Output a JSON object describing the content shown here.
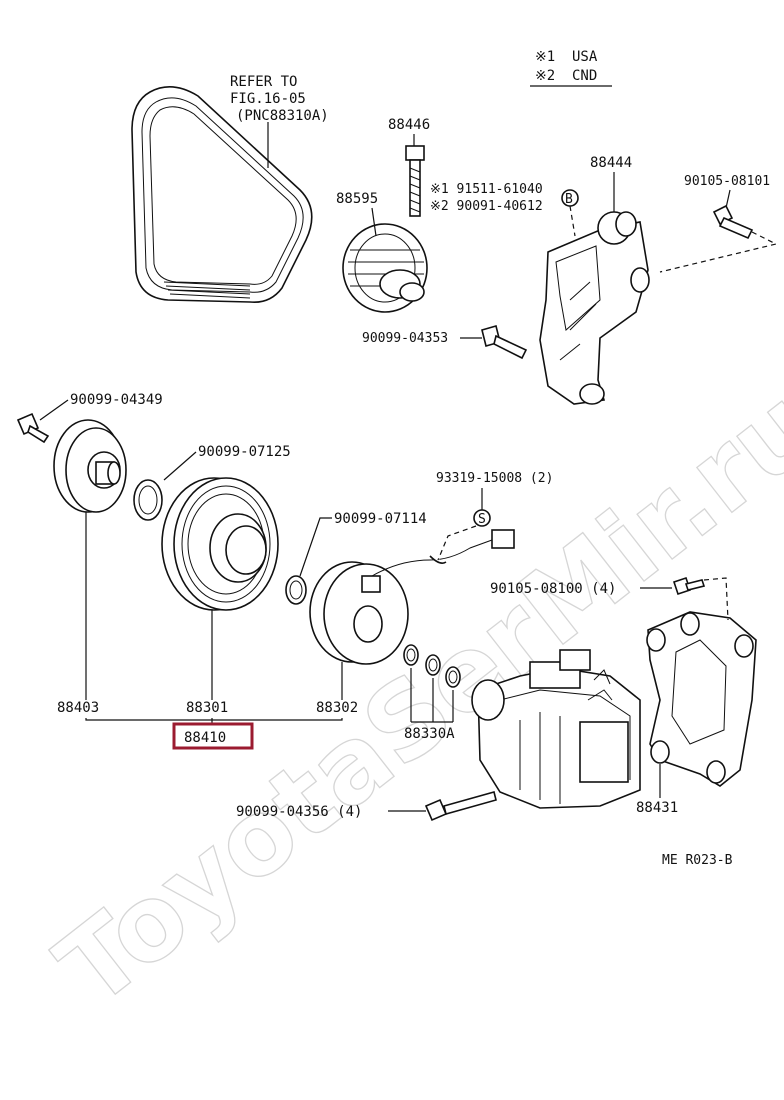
{
  "watermark": "ToyotaSerMir.ru",
  "legend": {
    "line1_mark": "※1",
    "line1_text": "USA",
    "line2_mark": "※2",
    "line2_text": "CND"
  },
  "refer_note": {
    "line1": "REFER TO",
    "line2": "FIG.16-05",
    "line3": "(PNC88310A)"
  },
  "labels": {
    "p88446": "88446",
    "p88444": "88444",
    "p90105_08101": "90105-08101",
    "alt1": "※1 91511-61040",
    "alt2": "※2 90091-40612",
    "circle_b": "B",
    "p88595": "88595",
    "p90099_04353": "90099-04353",
    "p90099_04349": "90099-04349",
    "p90099_07125": "90099-07125",
    "p93319_15008": "93319-15008 (2)",
    "circle_s": "S",
    "p90099_07114": "90099-07114",
    "p90105_08100": "90105-08100 (4)",
    "p88403": "88403",
    "p88301": "88301",
    "p88302": "88302",
    "p88410": "88410",
    "p88330A": "88330A",
    "p90099_04356": "90099-04356 (4)",
    "p88431": "88431",
    "diagram_code": "ME R023-B"
  },
  "highlight_color": "#9b1b30"
}
